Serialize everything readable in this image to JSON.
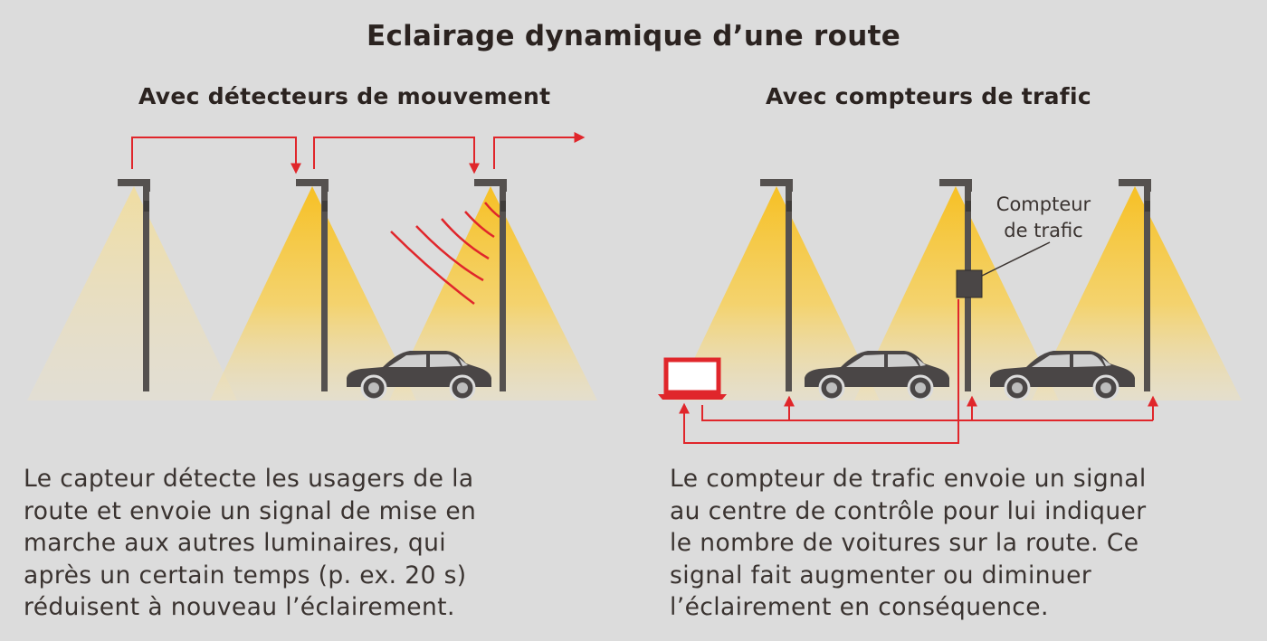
{
  "title": "Eclairage dynamique d’une route",
  "left": {
    "heading": "Avec détecteurs de mouvement",
    "description": [
      "Le capteur détecte les usagers de la",
      "route et envoie un signal de mise en",
      "marche aux autres luminaires, qui",
      "après un certain temps (p. ex. 20 s)",
      "réduisent à nouveau l’éclairement."
    ]
  },
  "right": {
    "heading": "Avec compteurs de trafic",
    "counter_label": [
      "Compteur",
      "de trafic"
    ],
    "description": [
      "Le compteur de trafic envoie un signal",
      "au centre de contrôle pour lui indiquer",
      "le nombre de voitures sur la route. Ce",
      "signal fait augmenter ou diminuer",
      "l’éclairement en conséquence."
    ]
  },
  "colors": {
    "background": "#dcdcdc",
    "signal_red": "#e0262b",
    "light_yellow": "#f6c529",
    "pole_gray": "#55514f",
    "car_gray": "#4a4646"
  },
  "icons": [
    "street-lamp-icon",
    "car-icon",
    "laptop-icon",
    "traffic-counter-icon",
    "motion-wave-icon"
  ]
}
